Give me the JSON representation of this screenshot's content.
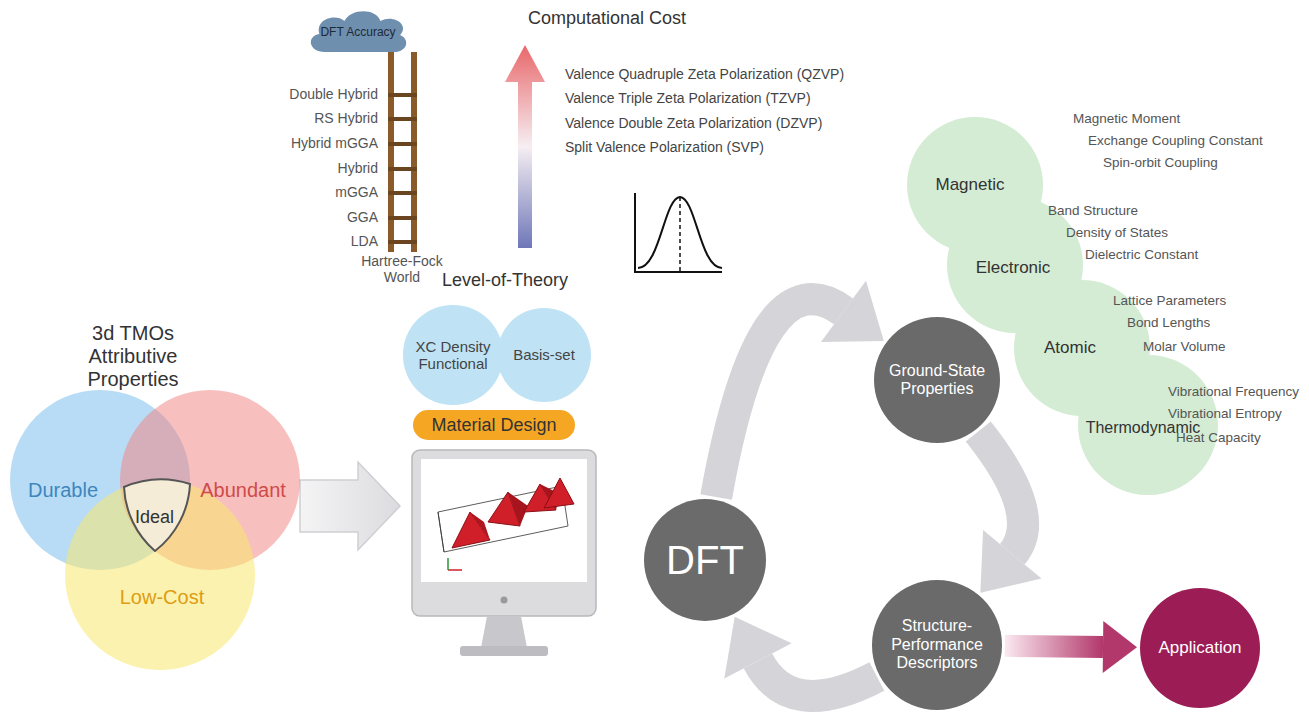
{
  "diagram": {
    "nodes": [
      {
        "text": [
          "DFT Accuracy"
        ]
      },
      {
        "text": [
          "XC Density Functional"
        ]
      },
      {
        "text": [
          "Basis-set"
        ]
      },
      {
        "text": [
          "Material Design"
        ]
      },
      {
        "text": [
          "Durable"
        ]
      },
      {
        "text": [
          "Abundant"
        ]
      },
      {
        "text": [
          "Low-Cost"
        ]
      },
      {
        "text": [
          "Ideal"
        ]
      },
      {
        "text": [
          "DFT"
        ]
      },
      {
        "text": [
          "Ground-State Properties"
        ]
      },
      {
        "text": [
          "Structure-Performance Descriptors"
        ]
      },
      {
        "text": [
          "Application"
        ]
      },
      {
        "text": [
          "Magnetic"
        ]
      },
      {
        "text": [
          "Electronic"
        ]
      },
      {
        "text": [
          "Atomic"
        ]
      },
      {
        "text": [
          "Thermodynamic"
        ]
      }
    ],
    "edges": [
      {
        "from": 8,
        "to": 9,
        "arrow": "to"
      },
      {
        "from": 9,
        "to": 10,
        "arrow": "to"
      },
      {
        "from": 10,
        "to": 8,
        "arrow": "to"
      },
      {
        "from": 10,
        "to": 11,
        "arrow": "to"
      }
    ],
    "labels": [
      "Computational Cost",
      "Double Hybrid",
      "RS Hybrid",
      "Hybrid mGGA",
      "Hybrid",
      "mGGA",
      "GGA",
      "LDA",
      "Hartree-Fock World",
      "Valence Quadruple Zeta Polarization (QZVP)",
      "Valence Triple Zeta Polarization (TZVP)",
      "Valence Double Zeta Polarization (DZVP)",
      "Split Valence Polarization (SVP)",
      "Level-of-Theory",
      "3d TMOs Attributive Properties",
      "Magnetic Moment",
      "Exchange Coupling Constant",
      "Spin-orbit Coupling",
      "Band Structure",
      "Density of States",
      "Dielectric Constant",
      "Lattice Parameters",
      "Bond Lengths",
      "Molar Volume",
      "Vibrational Frequency",
      "Vibrational Entropy",
      "Heat Capacity"
    ]
  }
}
